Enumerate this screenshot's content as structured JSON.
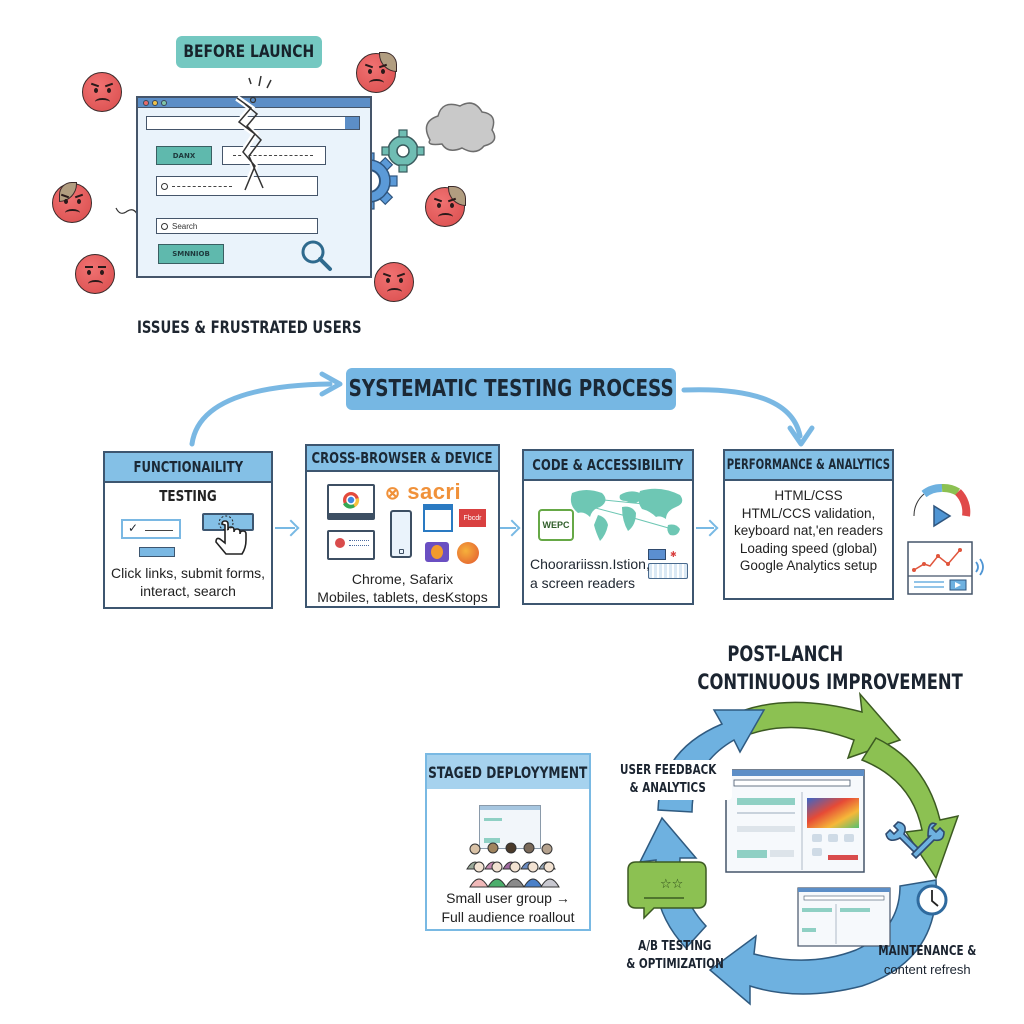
{
  "before_launch": {
    "badge": "BEFORE LAUNCH",
    "caption": "ISSUES & FRUSTRATED USERS",
    "mock_window": {
      "button_top": "DANX",
      "button_bottom": "SMNNIOB",
      "search_placeholder": "Search"
    },
    "colors": {
      "badge": "#74c8c1",
      "face": "#e05a5a",
      "window_bar": "#5c8ec7"
    }
  },
  "testing_process": {
    "title": "SYSTEMATIC TESTING PROCESS",
    "steps": [
      {
        "title": "FUNCTIONAILITY",
        "subtitle": "TESTING",
        "description": [
          "Click links, submit forms,",
          "interact, search"
        ]
      },
      {
        "title": "CROSS-BROWSER & DEVICE",
        "logo_text": "sacri",
        "tag": "Fbcdr",
        "description": [
          "Chrome, Safarix",
          "Mobiles, tablets, desKstops"
        ]
      },
      {
        "title": "CODE & ACCESSIBILITY",
        "badge": "WEPC",
        "description": [
          "Choorariissn.Istion,",
          "a screen readers"
        ]
      },
      {
        "title": "PERFORMANCE & ANALYTICS",
        "description": [
          "HTML/CSS",
          "HTML/CCS validation,",
          "keyboard nat,'en readers",
          "Loading speed (global)",
          "Google Analytics setup"
        ]
      }
    ],
    "colors": {
      "accent": "#76b7e3",
      "header": "#84c0e6",
      "border": "#3d5670"
    }
  },
  "post_launch": {
    "title_line1": "POST-LANCH",
    "title_line2": "CONTINUOUS IMPROVEMENT",
    "staged": {
      "title": "STAGED DEPLOYYMENT",
      "description": [
        "Small user group →",
        "Full audience roallout"
      ]
    },
    "cycle_labels": {
      "feedback": [
        "USER FEEDBACK",
        "& ANALYTICS"
      ],
      "ab_testing": [
        "A/B TESTING",
        "& OPTIMIZATION"
      ],
      "maintenance": [
        "MAINTENANCE &",
        "content refresh"
      ]
    },
    "colors": {
      "cycle_green": "#8cc152",
      "cycle_blue": "#6eb1e0"
    }
  }
}
